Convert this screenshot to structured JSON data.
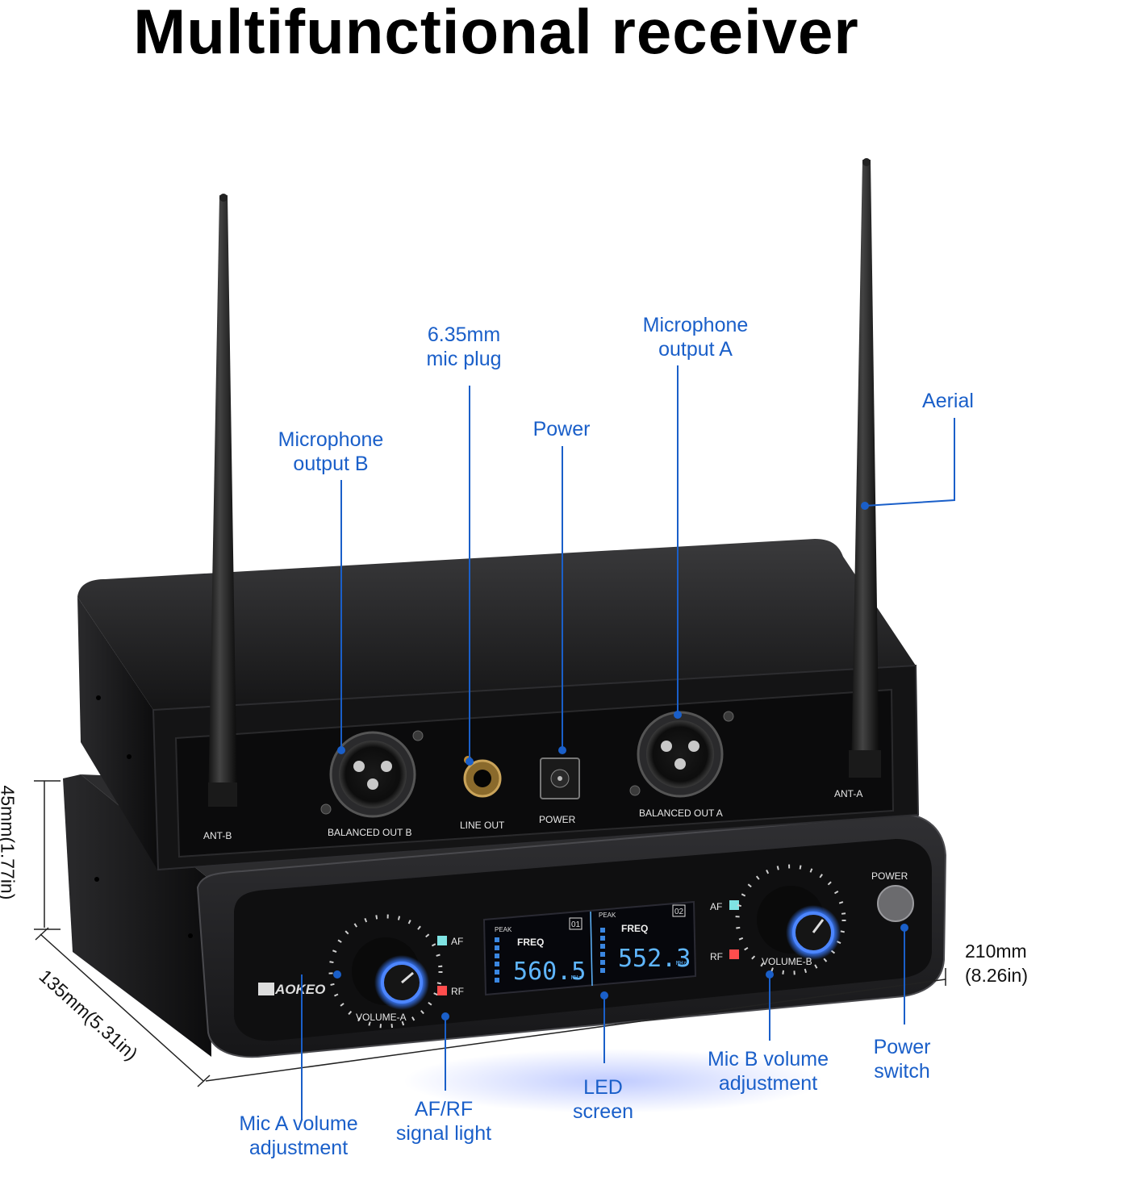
{
  "title": "Multifunctional receiver",
  "callouts": {
    "mic_plug": [
      "6.35mm",
      "mic plug"
    ],
    "output_a": [
      "Microphone",
      "output A"
    ],
    "aerial": "Aerial",
    "output_b": [
      "Microphone",
      "output B"
    ],
    "power": "Power",
    "mic_a_volume": [
      "Mic A volume",
      "adjustment"
    ],
    "afrf": [
      "AF/RF",
      "signal light"
    ],
    "led": [
      "LED",
      "screen"
    ],
    "mic_b_volume": [
      "Mic B volume",
      "adjustment"
    ],
    "power_switch": [
      "Power",
      "switch"
    ]
  },
  "dimensions": {
    "height": "45mm(1.77in)",
    "depth": "135mm(5.31in)",
    "width_mm": "210mm",
    "width_in": "(8.26in)"
  },
  "rear_panel": {
    "ant_b": "ANT-B",
    "ant_a": "ANT-A",
    "balanced_out_b": "BALANCED OUT B",
    "line_out": "LINE OUT",
    "power": "POWER",
    "balanced_out_a": "BALANCED OUT A"
  },
  "front_panel": {
    "brand": "AOKEO",
    "volume_a": "VOLUME-A",
    "volume_b": "VOLUME-B",
    "af": "AF",
    "rf": "RF",
    "power": "POWER",
    "lcd_left": {
      "peak": "PEAK",
      "freq_label": "FREQ",
      "channel": "01",
      "value": "560.5",
      "unit": "MHz"
    },
    "lcd_right": {
      "peak": "PEAK",
      "freq_label": "FREQ",
      "channel": "02",
      "value": "552.3",
      "unit": "MHz"
    }
  },
  "colors": {
    "callout": "#1a5fc9",
    "af_led": "#7fe3e3",
    "rf_led": "#ff4d4d",
    "lcd": "#5fb6ff"
  }
}
